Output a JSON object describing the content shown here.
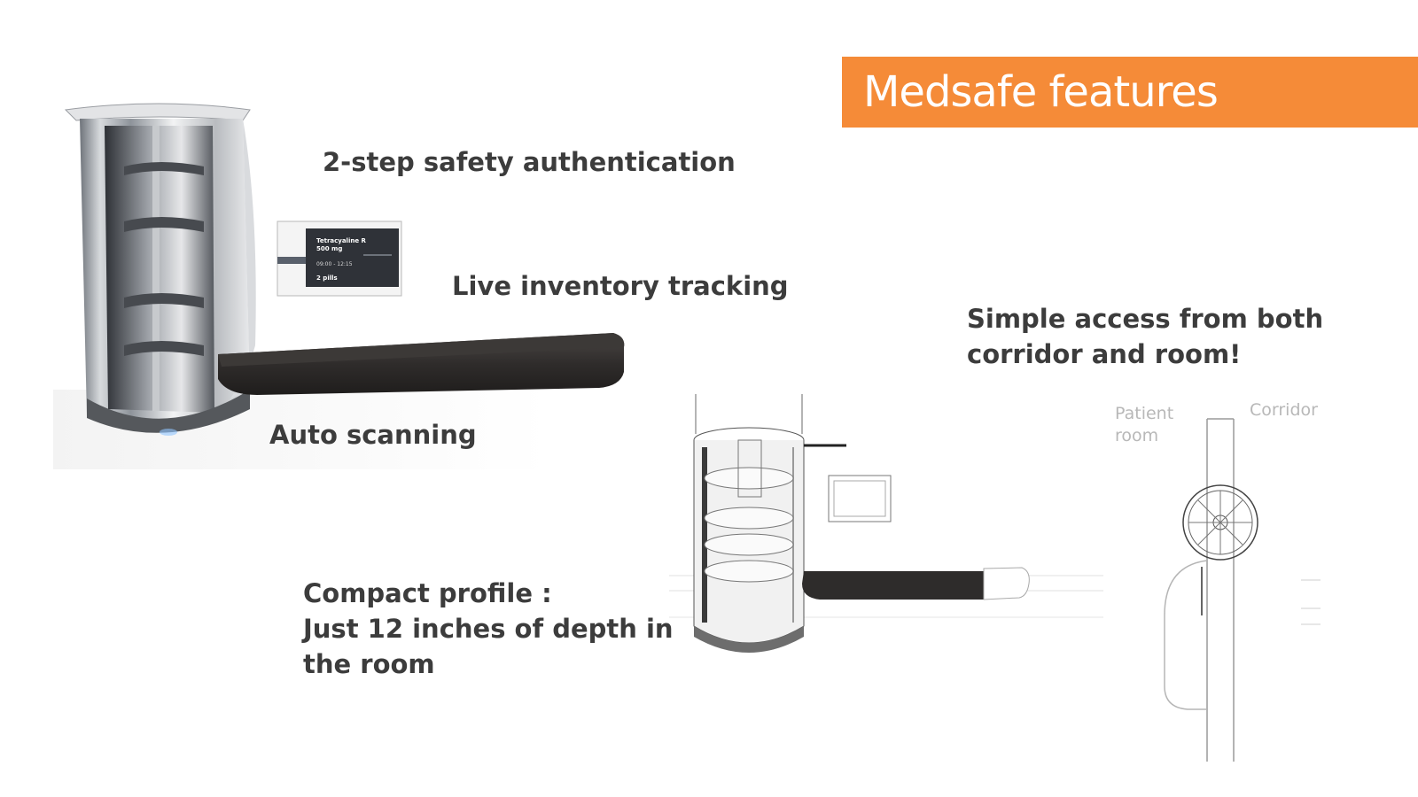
{
  "slide": {
    "title": "Medsafe features",
    "accent_color": "#f58b38",
    "features": {
      "authentication": "2-step safety authentication",
      "inventory": "Live inventory tracking",
      "scanning": "Auto scanning",
      "access_line1": "Simple access from both",
      "access_line2": "corridor and room!",
      "compact_line1": "Compact profile :",
      "compact_line2": "Just 12 inches of depth in",
      "compact_line3": "the room"
    },
    "screen": {
      "drug": "Tetracyaline R",
      "dose": "500 mg",
      "time": "09:00 - 12:15",
      "pills": "2 pills"
    },
    "plan": {
      "patient_line1": "Patient",
      "patient_line2": "room",
      "corridor": "Corridor"
    }
  }
}
